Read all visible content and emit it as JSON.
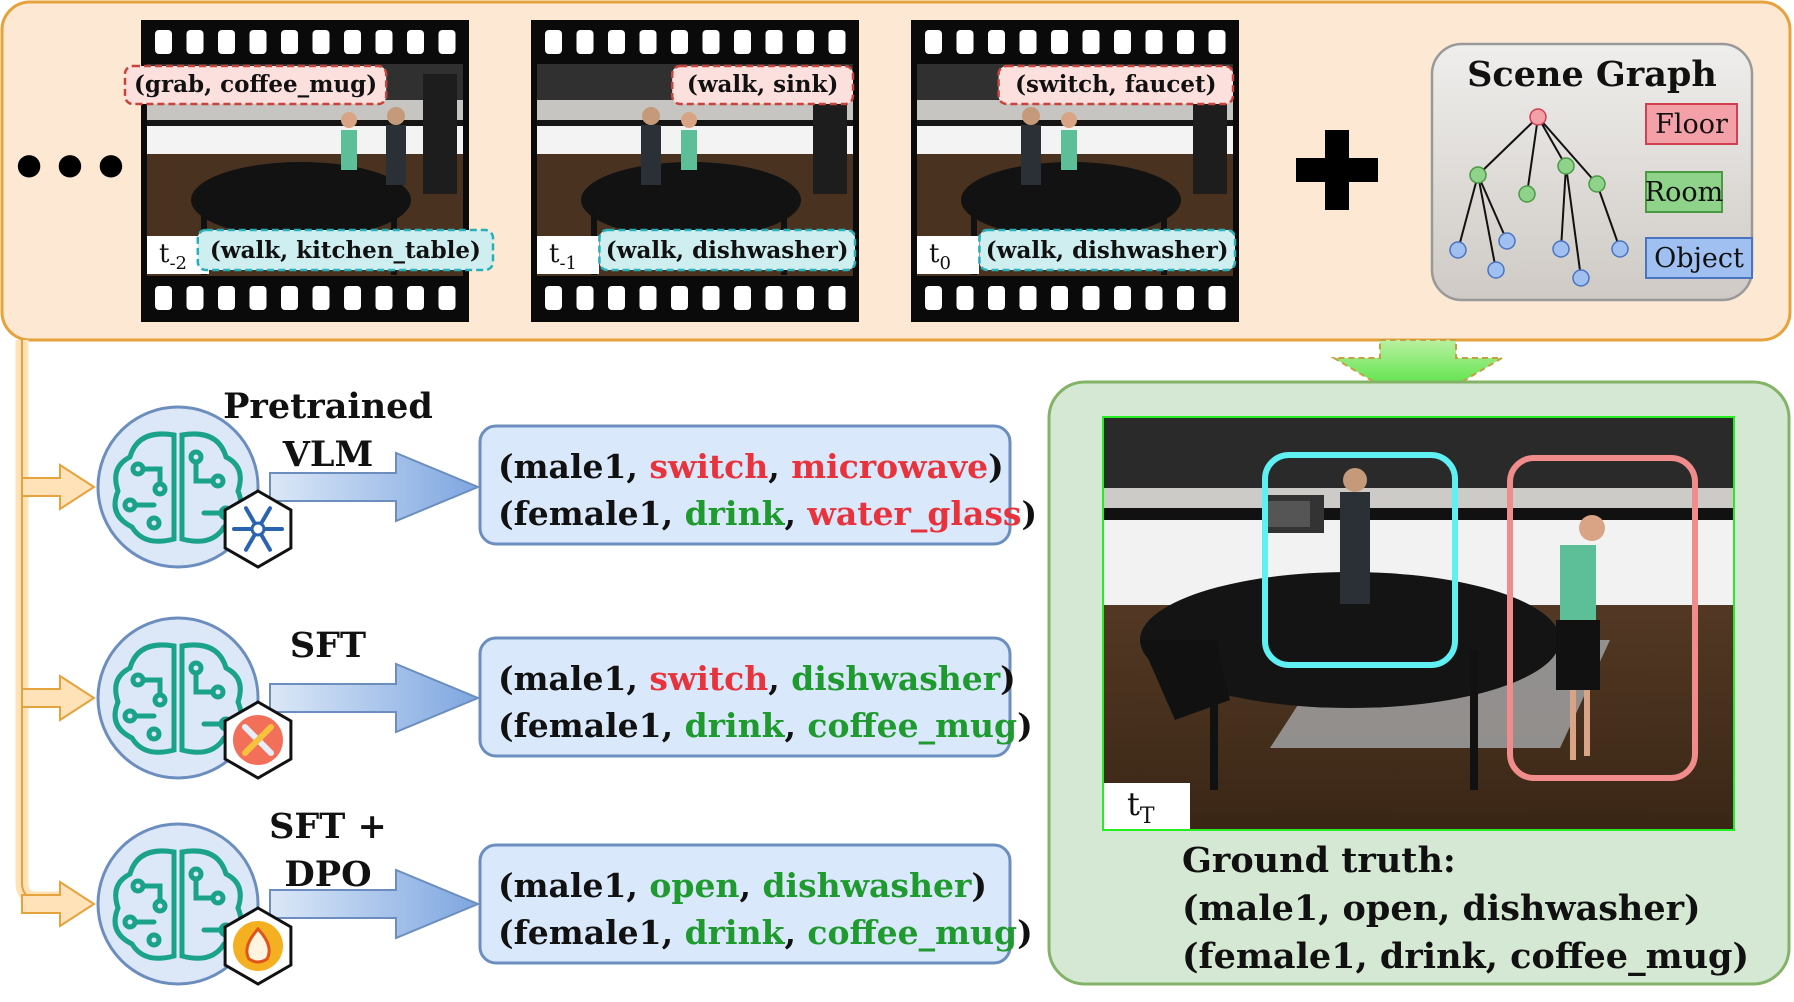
{
  "ellipsis": "•••",
  "frames": [
    {
      "time_base": "t",
      "time_sub": "-2",
      "top_action": "(grab, coffee_mug)",
      "bottom_action": "(walk, kitchen_table)"
    },
    {
      "time_base": "t",
      "time_sub": "-1",
      "top_action": "(walk, sink)",
      "bottom_action": "(walk, dishwasher)"
    },
    {
      "time_base": "t",
      "time_sub": "0",
      "top_action": "(switch, faucet)",
      "bottom_action": "(walk, dishwasher)"
    }
  ],
  "plus": "+",
  "scene_graph": {
    "title": "Scene Graph",
    "legend": [
      {
        "label": "Floor",
        "color": "#f4a0a8"
      },
      {
        "label": "Room",
        "color": "#8fd38a"
      },
      {
        "label": "Object",
        "color": "#9fc0f0"
      }
    ]
  },
  "models": [
    {
      "label_lines": [
        "Pretrained",
        "VLM"
      ],
      "badge": "snowflake-icon",
      "lines": [
        [
          {
            "t": "(male1, ",
            "c": "#111111"
          },
          {
            "t": "switch",
            "c": "#e8323c"
          },
          {
            "t": ", ",
            "c": "#111111"
          },
          {
            "t": "microwave",
            "c": "#e8323c"
          },
          {
            "t": ")",
            "c": "#111111"
          }
        ],
        [
          {
            "t": "(female1, ",
            "c": "#111111"
          },
          {
            "t": "drink",
            "c": "#1f9a2e"
          },
          {
            "t": ", ",
            "c": "#111111"
          },
          {
            "t": "water_glass",
            "c": "#e8323c"
          },
          {
            "t": ")",
            "c": "#111111"
          }
        ]
      ]
    },
    {
      "label_lines": [
        "SFT"
      ],
      "badge": "tools-icon",
      "lines": [
        [
          {
            "t": "(male1, ",
            "c": "#111111"
          },
          {
            "t": "switch",
            "c": "#e8323c"
          },
          {
            "t": ", ",
            "c": "#111111"
          },
          {
            "t": "dishwasher",
            "c": "#1f9a2e"
          },
          {
            "t": ")",
            "c": "#111111"
          }
        ],
        [
          {
            "t": "(female1, ",
            "c": "#111111"
          },
          {
            "t": "drink",
            "c": "#1f9a2e"
          },
          {
            "t": ", ",
            "c": "#111111"
          },
          {
            "t": "coffee_mug",
            "c": "#1f9a2e"
          },
          {
            "t": ")",
            "c": "#111111"
          }
        ]
      ]
    },
    {
      "label_lines": [
        "SFT +",
        "DPO"
      ],
      "badge": "fire-icon",
      "lines": [
        [
          {
            "t": "(male1, ",
            "c": "#111111"
          },
          {
            "t": "open",
            "c": "#1f9a2e"
          },
          {
            "t": ", ",
            "c": "#111111"
          },
          {
            "t": "dishwasher",
            "c": "#1f9a2e"
          },
          {
            "t": ")",
            "c": "#111111"
          }
        ],
        [
          {
            "t": "(female1, ",
            "c": "#111111"
          },
          {
            "t": "drink",
            "c": "#1f9a2e"
          },
          {
            "t": ", ",
            "c": "#111111"
          },
          {
            "t": "coffee_mug",
            "c": "#1f9a2e"
          },
          {
            "t": ")",
            "c": "#111111"
          }
        ]
      ]
    }
  ],
  "target": {
    "time_base": "t",
    "time_sub": "T",
    "heading": "Ground truth:",
    "lines": [
      "(male1, open, dishwasher)",
      "(female1, drink, coffee_mug)"
    ]
  },
  "colors": {
    "panel_fill": "#fde8d3",
    "panel_stroke": "#e6a23c",
    "gt_fill": "#d5e8d4",
    "gt_stroke": "#82b366",
    "output_fill": "#dae8fc",
    "output_stroke": "#6c8ebf",
    "brain": "#1aa38a",
    "wrong": "#e8323c",
    "right": "#1f9a2e",
    "highlight_cyan": "#5ff0f4",
    "highlight_pink": "#f08c8c"
  }
}
